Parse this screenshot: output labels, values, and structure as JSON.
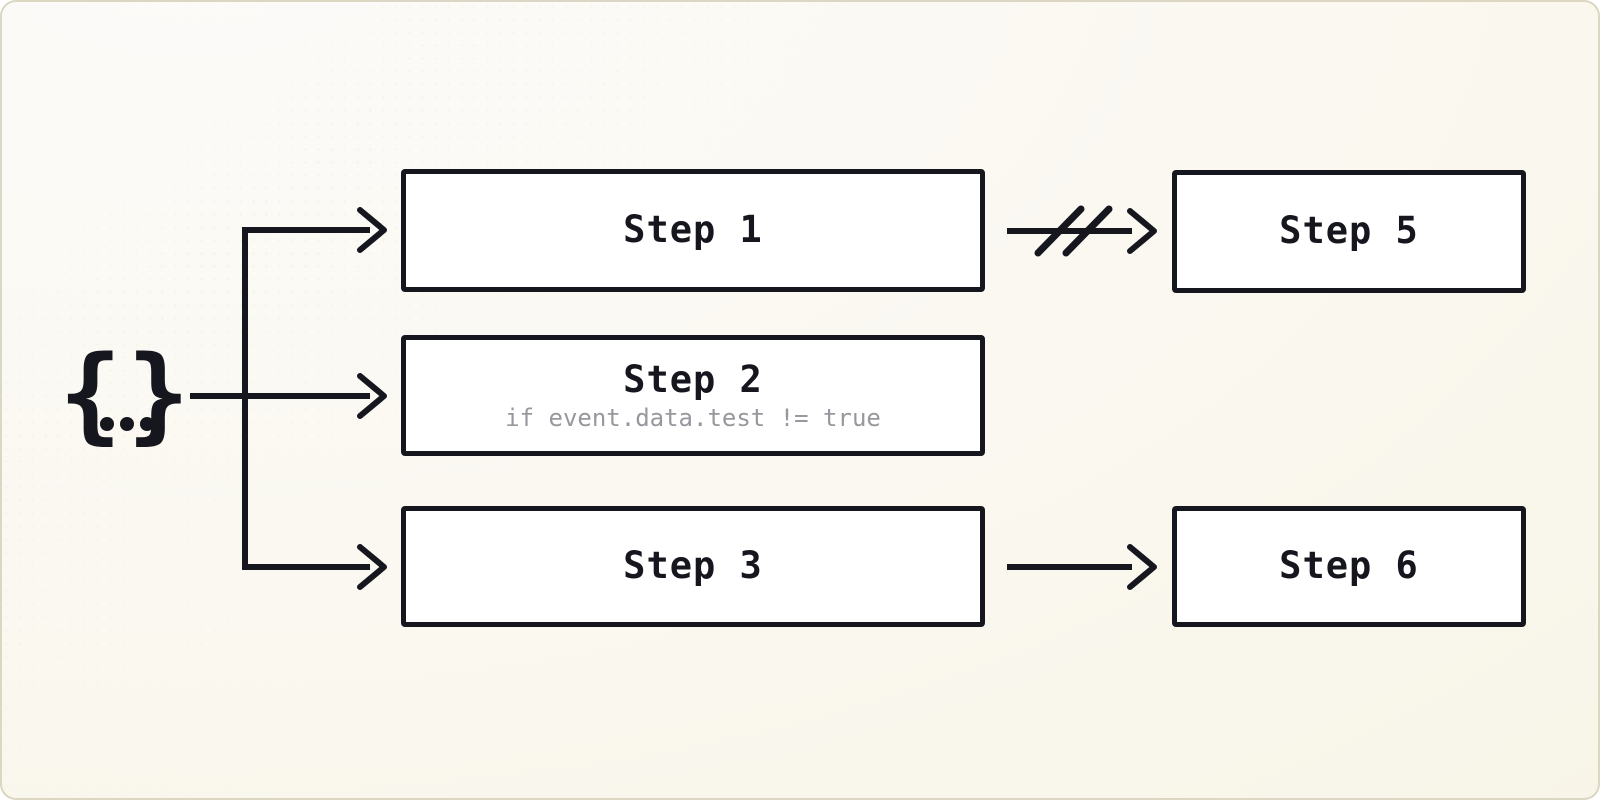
{
  "canvas": {
    "background_top_left": "#fcfbf9",
    "background_bottom": "#f8f5e8",
    "ink": "#16161e",
    "node_fill": "#ffffff",
    "muted_text": "#98979e",
    "edge_border": "#dbd7c3"
  },
  "source": {
    "label": "{...}",
    "brace_left": "{",
    "brace_right": "}",
    "dot_count": 3
  },
  "nodes": {
    "step1": {
      "label": "Step 1"
    },
    "step2": {
      "label": "Step 2",
      "condition": "if event.data.test != true"
    },
    "step3": {
      "label": "Step 3"
    },
    "step5": {
      "label": "Step 5"
    },
    "step6": {
      "label": "Step 6"
    }
  },
  "edges": [
    {
      "from": "source",
      "to": "step1",
      "style": "arrow"
    },
    {
      "from": "source",
      "to": "step2",
      "style": "arrow"
    },
    {
      "from": "source",
      "to": "step3",
      "style": "arrow"
    },
    {
      "from": "step1",
      "to": "step5",
      "style": "arrow-cancelled"
    },
    {
      "from": "step3",
      "to": "step6",
      "style": "arrow"
    }
  ]
}
